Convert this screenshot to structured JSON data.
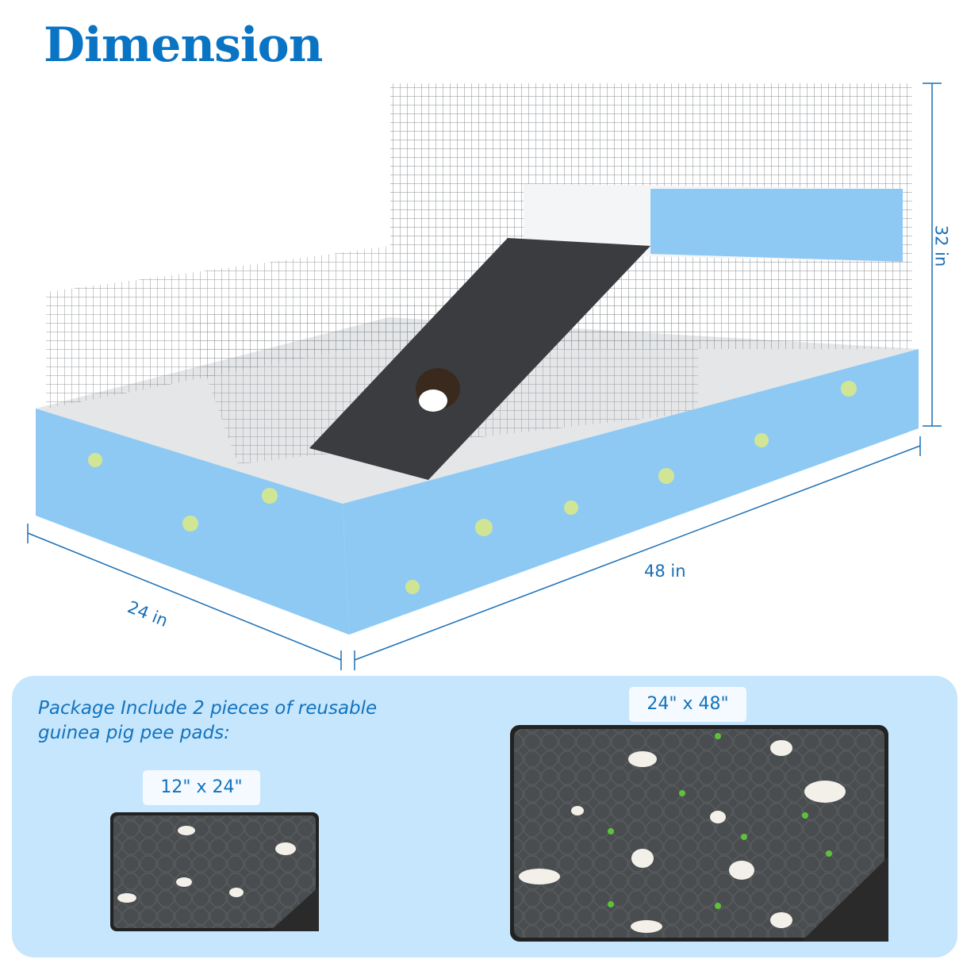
{
  "title": "Dimension",
  "dimensions": {
    "depth": "24 in",
    "width": "48 in",
    "height": "32 in"
  },
  "package": {
    "text_line1": "Package Include 2 pieces of reusable",
    "text_line2": "guinea pig pee pads:",
    "small_pad_size": "12\" x 24\"",
    "large_pad_size": "24\" x 48\""
  },
  "colors": {
    "accent": "#0a74c4",
    "panel": "#c6e6fd",
    "liner": "#8ec9f4",
    "pad": "#4a4d4f"
  }
}
